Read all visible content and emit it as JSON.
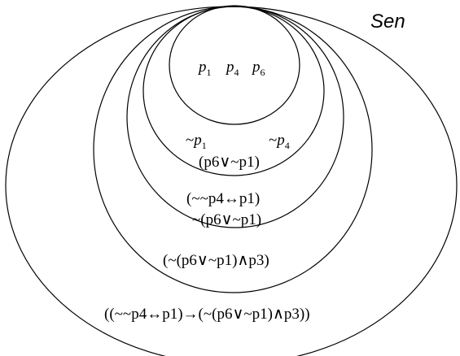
{
  "diagram": {
    "universe_label": "Sen",
    "level1": {
      "atoms": [
        {
          "var": "p",
          "index": "1"
        },
        {
          "var": "p",
          "index": "4"
        },
        {
          "var": "p",
          "index": "6"
        }
      ]
    },
    "level2": {
      "neg_p1": {
        "prefix": "~",
        "var": "p",
        "index": "1"
      },
      "neg_p4": {
        "prefix": "~",
        "var": "p",
        "index": "4"
      },
      "formula": "(p6∨~p1)"
    },
    "level3": {
      "formula_a": "(~~p4↔p1)",
      "formula_b": "~(p6∨~p1)"
    },
    "level4": {
      "formula": "(~(p6∨~p1)∧p3)"
    },
    "level5": {
      "formula": "((~~p4↔p1)→(~(p6∨~p1)∧p3))"
    }
  }
}
